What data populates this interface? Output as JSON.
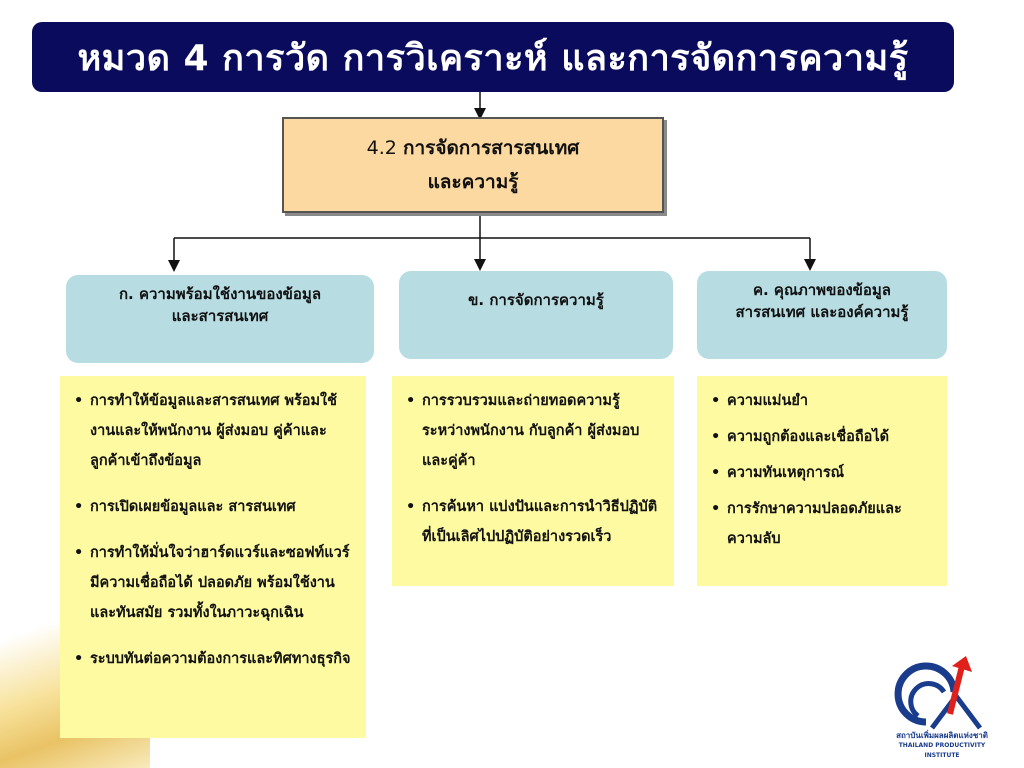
{
  "title": "หมวด 4 การวัด การวิเคราะห์ และการจัดการความรู้",
  "top_box": {
    "number": "4.2 ",
    "line1": "การจัดการสารสนเทศ",
    "line2": "และความรู้"
  },
  "columns": [
    {
      "heading_line1": "ก. ความพร้อมใช้งานของข้อมูล",
      "heading_line2": "และสารสนเทศ",
      "items": [
        "การทำให้ข้อมูลและสารสนเทศ พร้อมใช้งานและให้พนักงาน ผู้ส่งมอบ คู่ค้าและลูกค้าเข้าถึงข้อมูล",
        "การเปิดเผยข้อมูลและ สารสนเทศ",
        "การทำให้มั่นใจว่าฮาร์ดแวร์และซอฟท์แวร์มีความเชื่อถือได้ ปลอดภัย พร้อมใช้งานและทันสมัย รวมทั้งในภาวะฉุกเฉิน",
        "ระบบทันต่อความต้องการและทิศทางธุรกิจ"
      ]
    },
    {
      "heading_line1": "ข. การจัดการความรู้",
      "heading_line2": "",
      "items": [
        "การรวบรวมและถ่ายทอดความรู้ระหว่างพนักงาน กับลูกค้า ผู้ส่งมอบ และคู่ค้า",
        "การค้นหา แบ่งปันและการนำวิธีปฏิบัติที่เป็นเลิศไปปฏิบัติอย่างรวดเร็ว"
      ]
    },
    {
      "heading_line1": "ค. คุณภาพของข้อมูล",
      "heading_line2": "สารสนเทศ และองค์ความรู้",
      "items": [
        "ความแม่นยำ",
        "ความถูกต้องและเชื่อถือได้",
        "ความทันเหตุการณ์",
        "การรักษาความปลอดภัยและความลับ"
      ]
    }
  ],
  "logo": {
    "name_th": "สถาบันเพิ่มผลผลิตแห่งชาติ",
    "name_en": "THAILAND PRODUCTIVITY INSTITUTE"
  },
  "colors": {
    "title_bg": "#0b0b5e",
    "top_box_bg": "#fcd9a0",
    "category_bg": "#b7dde3",
    "detail_bg": "#fdfaa2",
    "logo_blue": "#1a3c8c",
    "logo_red": "#e0201b"
  }
}
